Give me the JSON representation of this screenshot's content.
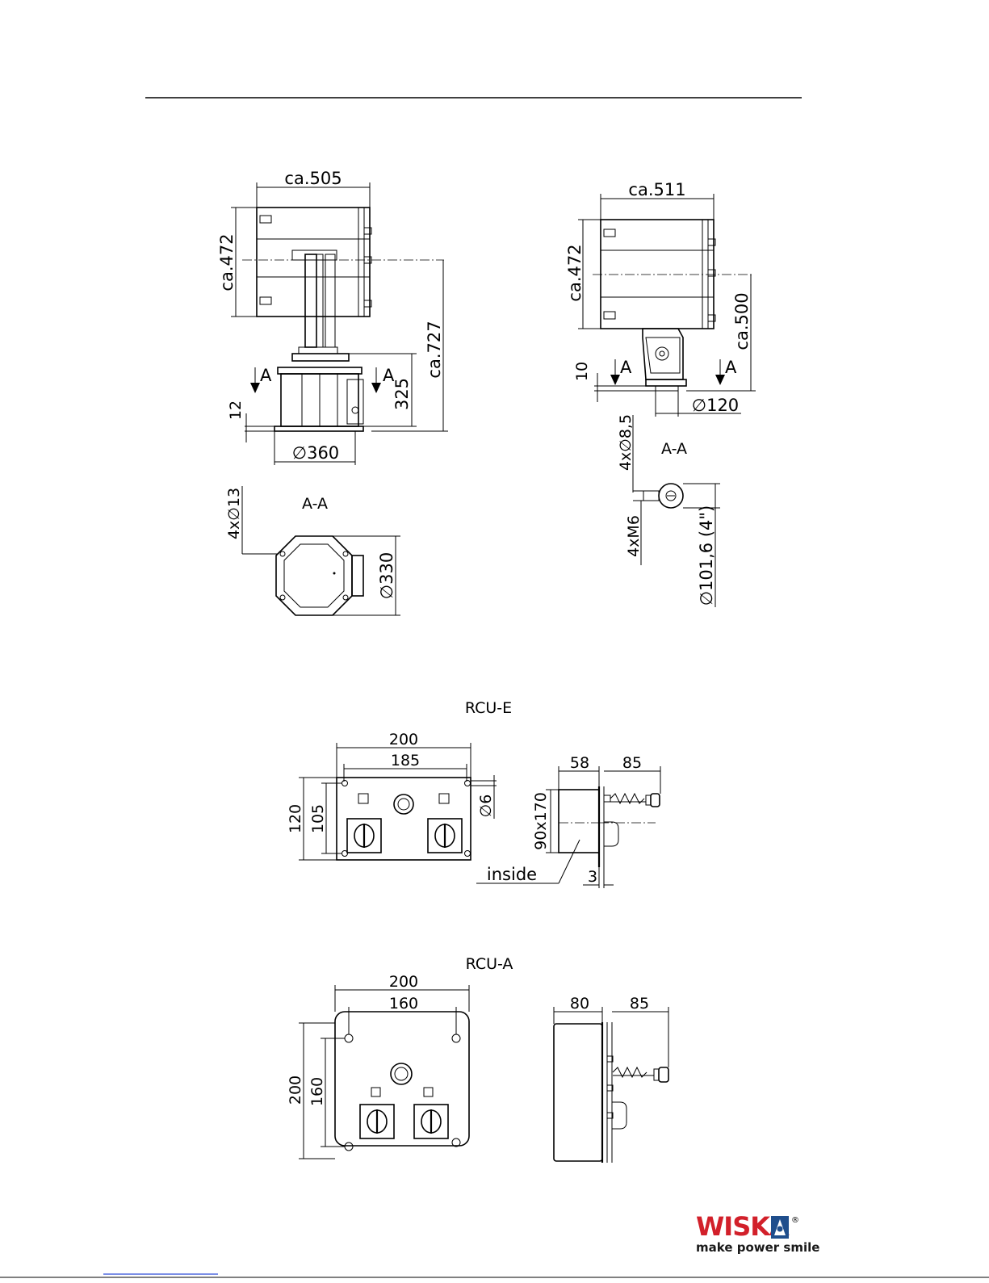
{
  "drawing": {
    "left_view": {
      "width_label": "ca.505",
      "height_label": "ca.472",
      "total_height_label": "ca.727",
      "base_height_label": "325",
      "base_offset_label": "12",
      "base_diameter_label": "∅360",
      "section_mark": "A"
    },
    "left_section": {
      "title": "A-A",
      "holes_label": "4x∅13",
      "diameter_label": "∅330"
    },
    "right_view": {
      "width_label": "ca.511",
      "height_label": "ca.472",
      "axis_height_label": "ca.500",
      "base_offset_label": "10",
      "flange_diameter_label": "∅120",
      "section_mark": "A"
    },
    "right_section": {
      "title": "A-A",
      "holes_label": "4x∅8,5",
      "thread_label": "4xM6",
      "pitch_label": "∅101,6 (4\")"
    },
    "rcu_e": {
      "title": "RCU-E",
      "width": "200",
      "hole_pitch_x": "185",
      "height": "120",
      "hole_pitch_y": "105",
      "hole_diameter": "∅6",
      "depth": "58",
      "lever": "85",
      "inside_size": "90x170",
      "inside_label": "inside",
      "plate": "3"
    },
    "rcu_a": {
      "title": "RCU-A",
      "width": "200",
      "hole_pitch_x": "160",
      "height": "200",
      "hole_pitch_y": "160",
      "depth": "80",
      "lever": "85"
    }
  },
  "logo": {
    "brand": "WISKA",
    "tagline": "make power smile",
    "registered": "®"
  },
  "colors": {
    "brand_red": "#d2202a",
    "line": "#000000"
  }
}
